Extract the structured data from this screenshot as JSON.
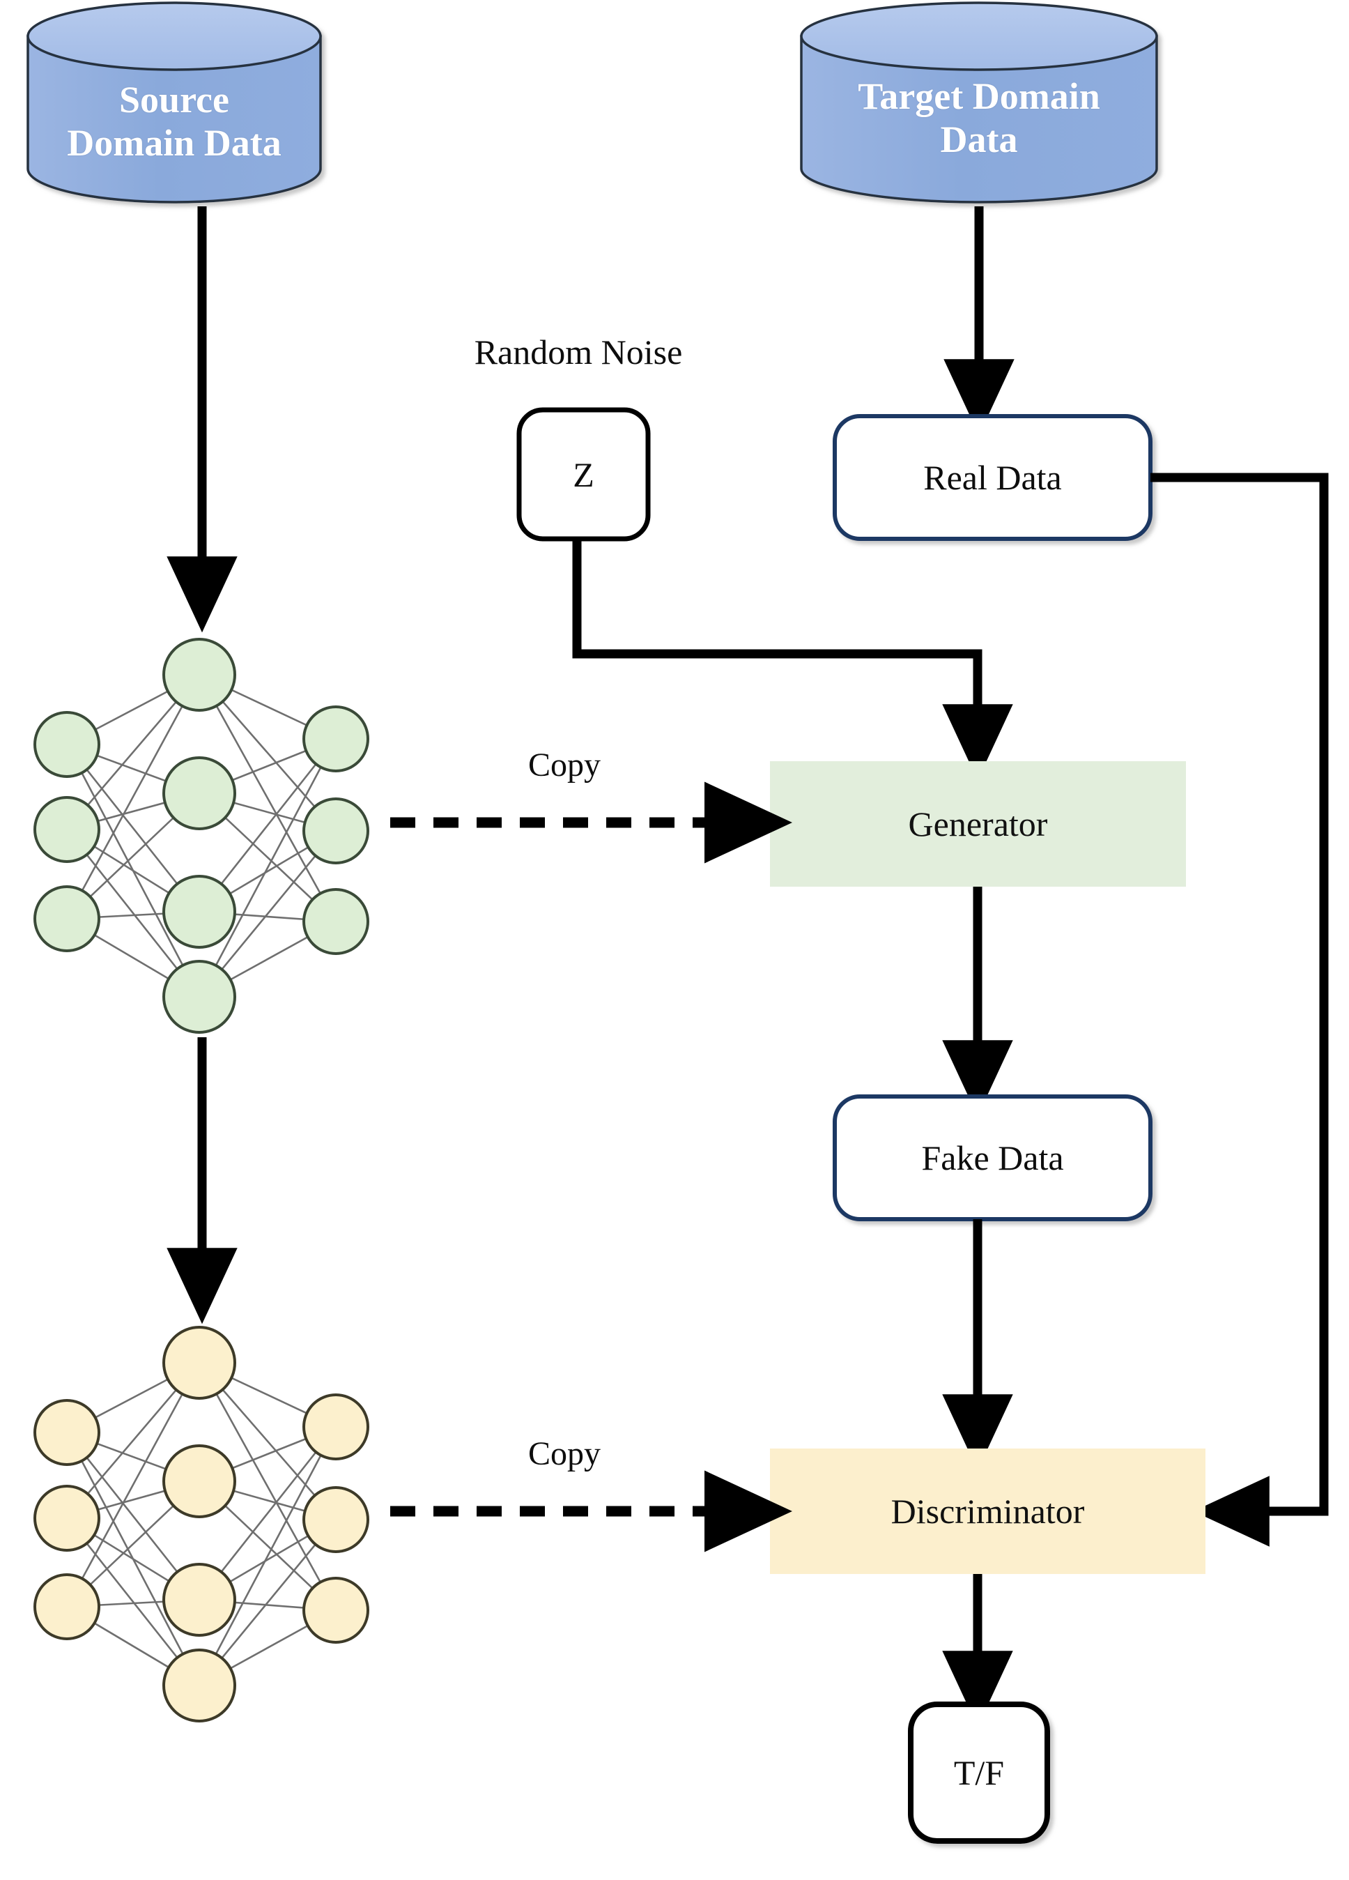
{
  "diagram": {
    "title": "GAN-based domain adaptation architecture",
    "colors": {
      "cylinder_fill": "#8aa9db",
      "cylinder_top": "#a8c0e8",
      "cylinder_stroke": "#27303f",
      "cylinder_text": "#ffffff",
      "generator_fill": "#e2eedc",
      "discriminator_fill": "#fcefcd",
      "rounded_box_stroke": "#1f3864",
      "plain_box_stroke": "#000000",
      "arrow_color": "#000000",
      "green_node_fill": "#ddeed5",
      "green_node_stroke": "#3a4a38",
      "yellow_node_fill": "#fcf0cd",
      "yellow_node_stroke": "#3d3a28",
      "edge_color": "#6b6b6b"
    },
    "nodes": {
      "source_domain": {
        "label": "Source\nDomain Data",
        "line1": "Source",
        "line2": "Domain Data",
        "shape": "cylinder"
      },
      "target_domain": {
        "label": "Target Domain\nData",
        "line1": "Target Domain",
        "line2": "Data",
        "shape": "cylinder"
      },
      "random_noise_caption": {
        "label": "Random Noise"
      },
      "noise_z": {
        "label": "Z",
        "shape": "rounded-square"
      },
      "real_data": {
        "label": "Real Data",
        "shape": "rounded-rect"
      },
      "fake_data": {
        "label": "Fake Data",
        "shape": "rounded-rect"
      },
      "generator": {
        "label": "Generator",
        "shape": "rect"
      },
      "discriminator": {
        "label": "Discriminator",
        "shape": "rect"
      },
      "output_tf": {
        "label": "T/F",
        "shape": "rounded-square"
      },
      "source_network": {
        "label": "",
        "shape": "neural-network",
        "layers": [
          3,
          4,
          3
        ],
        "color": "green"
      },
      "target_network": {
        "label": "",
        "shape": "neural-network",
        "layers": [
          3,
          4,
          3
        ],
        "color": "yellow"
      }
    },
    "edges": [
      {
        "from": "source_domain",
        "to": "source_network",
        "style": "solid",
        "label": ""
      },
      {
        "from": "target_domain",
        "to": "real_data",
        "style": "solid",
        "label": ""
      },
      {
        "from": "noise_z",
        "to": "generator",
        "style": "solid",
        "label": ""
      },
      {
        "from": "source_network",
        "to": "generator",
        "style": "dashed",
        "label": "Copy"
      },
      {
        "from": "source_network",
        "to": "target_network",
        "style": "solid",
        "label": ""
      },
      {
        "from": "generator",
        "to": "fake_data",
        "style": "solid",
        "label": ""
      },
      {
        "from": "fake_data",
        "to": "discriminator",
        "style": "solid",
        "label": ""
      },
      {
        "from": "real_data",
        "to": "discriminator",
        "style": "solid",
        "label": ""
      },
      {
        "from": "target_network",
        "to": "discriminator",
        "style": "dashed",
        "label": "Copy"
      },
      {
        "from": "discriminator",
        "to": "output_tf",
        "style": "solid",
        "label": ""
      }
    ],
    "labels": {
      "copy_generator": "Copy",
      "copy_discriminator": "Copy"
    }
  }
}
